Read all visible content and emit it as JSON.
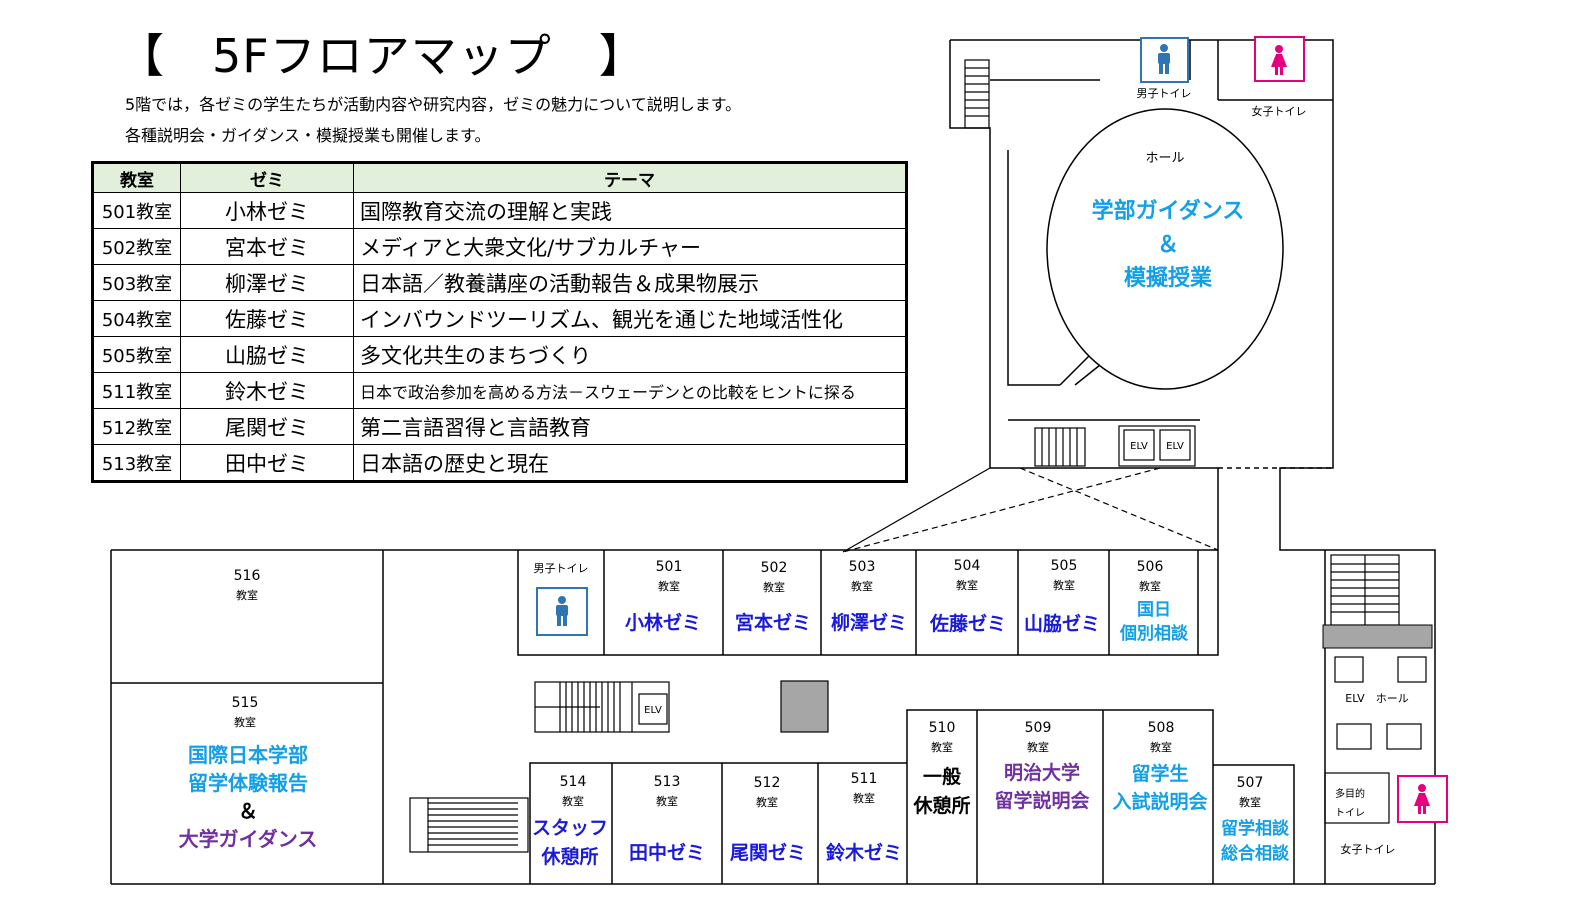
{
  "title": "【　5Fフロアマップ　】",
  "intro": [
    "5階では，各ゼミの学生たちが活動内容や研究内容，ゼミの魅力について説明します。",
    "各種説明会・ガイダンス・模擬授業も開催します。"
  ],
  "table": {
    "headers": [
      "教室",
      "ゼミ",
      "テーマ"
    ],
    "rows": [
      {
        "room": "501教室",
        "zemi": "小林ゼミ",
        "theme": "国際教育交流の理解と実践"
      },
      {
        "room": "502教室",
        "zemi": "宮本ゼミ",
        "theme": "メディアと大衆文化/サブカルチャー"
      },
      {
        "room": "503教室",
        "zemi": "柳澤ゼミ",
        "theme": "日本語／教養講座の活動報告＆成果物展示"
      },
      {
        "room": "504教室",
        "zemi": "佐藤ゼミ",
        "theme": "インバウンドツーリズム、観光を通じた地域活性化"
      },
      {
        "room": "505教室",
        "zemi": "山脇ゼミ",
        "theme": "多文化共生のまちづくり"
      },
      {
        "room": "511教室",
        "zemi": "鈴木ゼミ",
        "theme": "日本で政治参加を高める方法－スウェーデンとの比較をヒントに探る"
      },
      {
        "room": "512教室",
        "zemi": "尾関ゼミ",
        "theme": "第二言語習得と言語教育"
      },
      {
        "room": "513教室",
        "zemi": "田中ゼミ",
        "theme": "日本語の歴史と現在"
      }
    ]
  },
  "map": {
    "kyoshitsu": "教室",
    "elv": "ELV",
    "hall": "ホール",
    "hall_event": [
      "学部ガイダンス",
      "＆",
      "模擬授業"
    ],
    "mens_restroom": "男子トイレ",
    "womens_restroom": "女子トイレ",
    "multipurpose_restroom": [
      "多目的",
      "トイレ"
    ],
    "elv_hall": "ELV　ホール",
    "rooms": {
      "r516": {
        "num": "516"
      },
      "r515": {
        "num": "515",
        "lines": [
          "国際日本学部",
          "留学体験報告",
          "＆",
          "大学ガイダンス"
        ]
      },
      "r501": {
        "num": "501",
        "label": "小林ゼミ"
      },
      "r502": {
        "num": "502",
        "label": "宮本ゼミ"
      },
      "r503": {
        "num": "503",
        "label": "柳澤ゼミ"
      },
      "r504": {
        "num": "504",
        "label": "佐藤ゼミ"
      },
      "r505": {
        "num": "505",
        "label": "山脇ゼミ"
      },
      "r506": {
        "num": "506",
        "lines": [
          "国日",
          "個別相談"
        ]
      },
      "r514": {
        "num": "514",
        "lines": [
          "スタッフ",
          "休憩所"
        ]
      },
      "r513": {
        "num": "513",
        "label": "田中ゼミ"
      },
      "r512": {
        "num": "512",
        "label": "尾関ゼミ"
      },
      "r511": {
        "num": "511",
        "label": "鈴木ゼミ"
      },
      "r510": {
        "num": "510",
        "lines": [
          "一般",
          "休憩所"
        ]
      },
      "r509": {
        "num": "509",
        "lines": [
          "明治大学",
          "留学説明会"
        ]
      },
      "r508": {
        "num": "508",
        "lines": [
          "留学生",
          "入試説明会"
        ]
      },
      "r507": {
        "num": "507",
        "lines": [
          "留学相談",
          "総合相談"
        ]
      }
    },
    "colors": {
      "zemi_blue": "#1a1adb",
      "event_cyan": "#14a0e6",
      "event_purple": "#7030a0",
      "mens_blue": "#2e75b6",
      "womens_pink": "#e6007e",
      "table_header": "#e2efda"
    }
  }
}
